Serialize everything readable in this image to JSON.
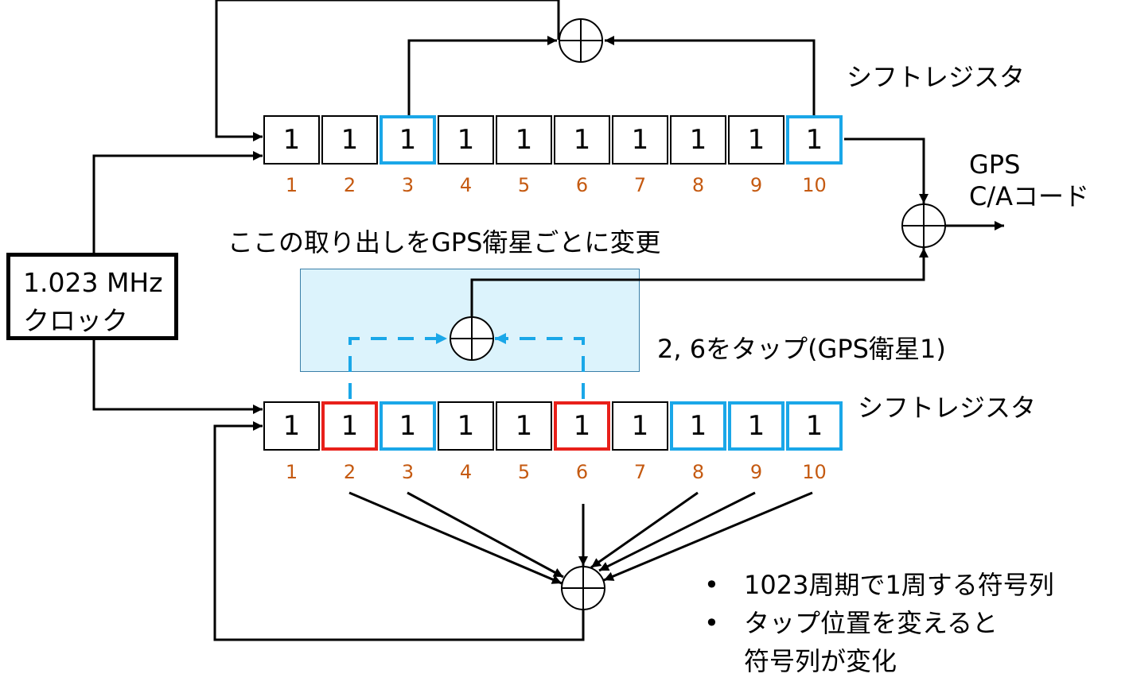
{
  "labels": {
    "shift_register_top": "シフトレジスタ",
    "shift_register_bottom": "シフトレジスタ",
    "gps_line1": "GPS",
    "gps_line2": "C/Aコード",
    "tap_caption": "ここの取り出しをGPS衛星ごとに変更",
    "tap_note": "2, 6をタップ(GPS衛星1)",
    "clock_line1": "1.023 MHz",
    "clock_line2": "クロック"
  },
  "top_register": {
    "values": [
      "1",
      "1",
      "1",
      "1",
      "1",
      "1",
      "1",
      "1",
      "1",
      "1"
    ],
    "indices": [
      "1",
      "2",
      "3",
      "4",
      "5",
      "6",
      "7",
      "8",
      "9",
      "10"
    ],
    "highlight_blue": [
      3,
      10
    ]
  },
  "bottom_register": {
    "values": [
      "1",
      "1",
      "1",
      "1",
      "1",
      "1",
      "1",
      "1",
      "1",
      "1"
    ],
    "indices": [
      "1",
      "2",
      "3",
      "4",
      "5",
      "6",
      "7",
      "8",
      "9",
      "10"
    ],
    "highlight_blue": [
      3,
      8,
      9,
      10
    ],
    "highlight_red": [
      2,
      6
    ]
  },
  "notes": {
    "bullet_symbol": "•",
    "item1": "1023周期で1周する符号列",
    "item2_line1": "タップ位置を変えると",
    "item2_line2": "符号列が変化"
  },
  "colors": {
    "tap_blue": "#1aa7e8",
    "tap_red": "#e8201a",
    "index_orange": "#c55a11",
    "highlight_fill": "#dcf3fc"
  }
}
